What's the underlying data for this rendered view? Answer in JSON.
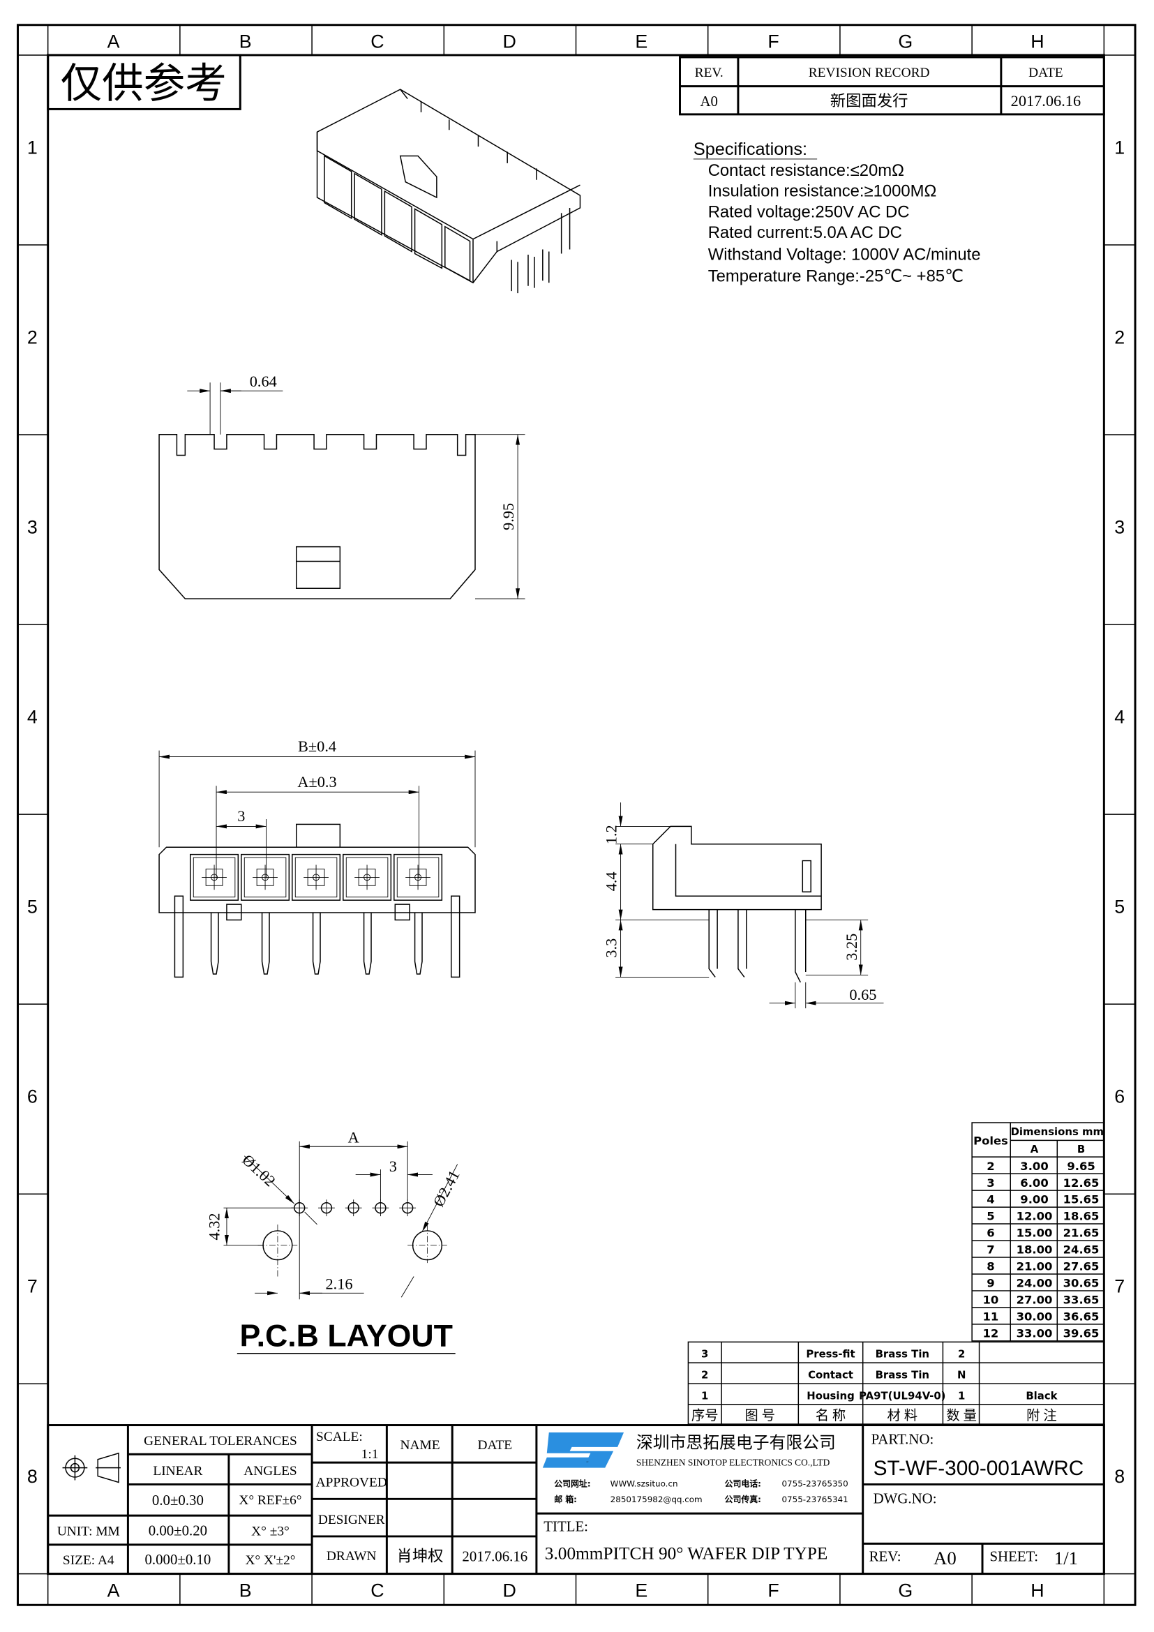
{
  "frame": {
    "columns": [
      "A",
      "B",
      "C",
      "D",
      "E",
      "F",
      "G",
      "H"
    ],
    "rows": [
      "1",
      "2",
      "3",
      "4",
      "5",
      "6",
      "7",
      "8"
    ]
  },
  "stamp": "仅供参考",
  "revision": {
    "headers": [
      "REV.",
      "REVISION RECORD",
      "DATE"
    ],
    "row": [
      "A0",
      "新图面发行",
      "2017.06.16"
    ]
  },
  "specs": {
    "title": "Specifications:",
    "lines": [
      "Contact  resistance:≤20mΩ",
      "Insulation  resistance:≥1000MΩ",
      "Rated  voltage:250V  AC  DC",
      "Rated  current:5.0A  AC  DC",
      "Withstand  Voltage: 1000V  AC/minute",
      "Temperature  Range:-25℃~  +85℃"
    ]
  },
  "dims": {
    "pin_width": "0.64",
    "height": "9.95",
    "b": "B±0.4",
    "a": "A±0.3",
    "pitch": "3",
    "side_1": "1.2",
    "side_2": "4.4",
    "side_3": "3.3",
    "side_4": "3.25",
    "side_5": "0.65"
  },
  "pcb": {
    "a": "A",
    "pitch": "3",
    "hole": "Ø1.02",
    "peg": "Ø2.41",
    "offset_y": "4.32",
    "offset_x": "2.16",
    "title": "P.C.B  LAYOUT"
  },
  "dim_table": {
    "poles_header": "Poles",
    "dims_header": "Dimensions mm",
    "col_a": "A",
    "col_b": "B",
    "rows": [
      [
        "2",
        "3.00",
        "9.65"
      ],
      [
        "3",
        "6.00",
        "12.65"
      ],
      [
        "4",
        "9.00",
        "15.65"
      ],
      [
        "5",
        "12.00",
        "18.65"
      ],
      [
        "6",
        "15.00",
        "21.65"
      ],
      [
        "7",
        "18.00",
        "24.65"
      ],
      [
        "8",
        "21.00",
        "27.65"
      ],
      [
        "9",
        "24.00",
        "30.65"
      ],
      [
        "10",
        "27.00",
        "33.65"
      ],
      [
        "11",
        "30.00",
        "36.65"
      ],
      [
        "12",
        "33.00",
        "39.65"
      ]
    ]
  },
  "bom": {
    "rows": [
      [
        "3",
        "",
        "Press-fit",
        "Brass Tin",
        "2",
        ""
      ],
      [
        "2",
        "",
        "Contact",
        "Brass Tin",
        "N",
        ""
      ],
      [
        "1",
        "",
        "Housing",
        "PA9T(UL94V-0)",
        "1",
        "Black"
      ]
    ],
    "headers": [
      "序号",
      "图    号",
      "名 称",
      "材   料",
      "数 量",
      "附   注"
    ]
  },
  "title_block": {
    "general_tolerances": "GENERAL  TOLERANCES",
    "linear": "LINEAR",
    "angles": "ANGLES",
    "lin1": "0.0±0.30",
    "ang1": "X°  REF±6°",
    "unit": "UNIT:  MM",
    "lin2": "0.00±0.20",
    "ang2": "X°  ±3°",
    "size": "SIZE:  A4",
    "lin3": "0.000±0.10",
    "ang3": "X°  X'±2°",
    "scale_label": "SCALE:",
    "scale": "1:1",
    "name": "NAME",
    "date": "DATE",
    "approved": "APPROVED",
    "designer": "DESIGNER",
    "drawn": "DRAWN",
    "drawn_name": "肖坤权",
    "drawn_date": "2017.06.16",
    "company_cn": "深圳市思拓展电子有限公司",
    "company_en": "SHENZHEN  SINOTOP  ELECTRONICS  CO.,LTD",
    "website_label": "公司网址:",
    "website": "WWW.szsituo.cn",
    "email_label": "邮    箱:",
    "email": "2850175982@qq.com",
    "phone_label": "公司电话:",
    "phone": "0755-23765350",
    "fax_label": "公司传真:",
    "fax": "0755-23765341",
    "logo": "STP",
    "logo_color": "#2a8fe0",
    "title_label": "TITLE:",
    "title": "3.00mmPITCH  90°  WAFER  DIP  TYPE",
    "part_no_label": "PART.NO:",
    "part_no": "ST-WF-300-001AWRC",
    "dwg_no_label": "DWG.NO:",
    "rev_label": "REV:",
    "rev": "A0",
    "sheet_label": "SHEET:",
    "sheet": "1/1"
  }
}
